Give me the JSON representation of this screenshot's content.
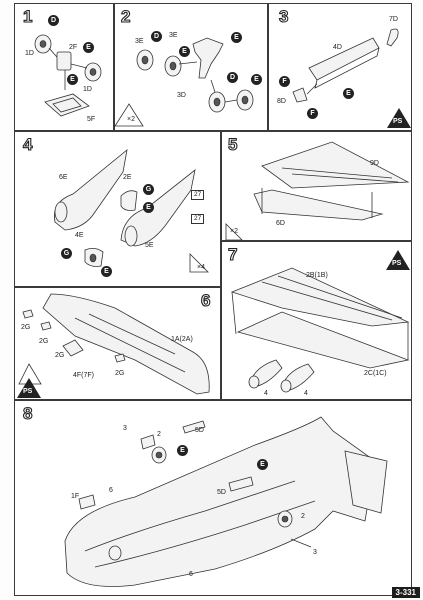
{
  "steps": {
    "s1": {
      "number": "1",
      "labels": {
        "p1d_top": "1D",
        "p2f": "2F",
        "p1d_bottom": "1D",
        "p5f": "5F"
      },
      "badges": {
        "b1": "D",
        "b2": "E",
        "b3": "E"
      }
    },
    "s2": {
      "number": "2",
      "labels": {
        "p3e_a": "3E",
        "p3e_b": "3E",
        "p3d": "3D"
      },
      "badges": {
        "b1": "D",
        "b2": "E",
        "b3": "E",
        "b4": "D",
        "b5": "E"
      },
      "multiplier": "×2"
    },
    "s3": {
      "number": "3",
      "labels": {
        "p7d": "7D",
        "p4d": "4D",
        "p8d": "8D"
      },
      "badges": {
        "b1": "F",
        "b2": "E",
        "b3": "F"
      },
      "paint_tag": "PS"
    },
    "s4": {
      "number": "4",
      "labels": {
        "p6e": "6E",
        "p2e": "2E",
        "p4e": "4E",
        "p5e": "5E"
      },
      "badges": {
        "b1": "G",
        "b2": "E",
        "b3": "G",
        "b4": "E"
      },
      "refs": {
        "r1": "27",
        "r2": "27"
      },
      "multiplier": "×4"
    },
    "s5": {
      "number": "5",
      "labels": {
        "p9d": "9D",
        "p6d": "6D"
      },
      "multiplier": "×2"
    },
    "s6": {
      "number": "6",
      "labels": {
        "p2g_a": "2G",
        "p2g_b": "2G",
        "p2g_c": "2G",
        "p2g_d": "2G",
        "p4f": "4F(7F)",
        "p1a": "1A(2A)"
      },
      "paint_tag": "PS"
    },
    "s7": {
      "number": "7",
      "labels": {
        "p2b": "2B(1B)",
        "p2c": "2C(1C)",
        "p4_a": "4",
        "p4_b": "4"
      },
      "paint_tag": "PS"
    },
    "s8": {
      "number": "8",
      "labels": {
        "p3_top": "3",
        "p2_top": "2",
        "p5d_top": "5D",
        "p1f": "1F",
        "p5d_mid": "5D",
        "p6": "6",
        "p2_right": "2",
        "p3_right": "3",
        "p6_bottom": "6"
      },
      "badges": {
        "b1": "E",
        "b2": "E"
      }
    }
  },
  "footer": {
    "sheet_code": "3-331"
  }
}
